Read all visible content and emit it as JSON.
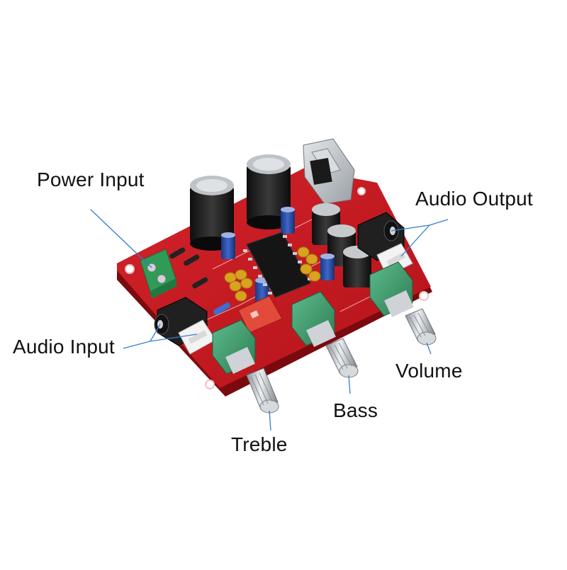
{
  "labels": {
    "power_input": "Power Input",
    "audio_output": "Audio Output",
    "audio_input": "Audio Input",
    "volume": "Volume",
    "bass": "Bass",
    "treble": "Treble"
  },
  "colors": {
    "board": "#c8161d",
    "board_dark": "#8e0c10",
    "silkscreen": "#f2d6d6",
    "terminal": "#2f9b57",
    "pot_body": "#3a9b6c",
    "knob_metal": "#c9ccd0",
    "capacitor_black": "#1b1b1b",
    "capacitor_blue": "#2b4fa8",
    "ceramic_cap": "#d9a21f",
    "heatsink": "#b8bcc2",
    "leader_line": "#2f7fd1"
  }
}
